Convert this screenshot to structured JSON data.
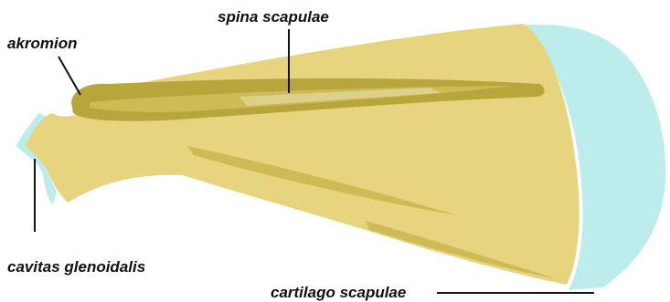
{
  "labels": {
    "spine": "spina scapulae",
    "acromion": "akromion",
    "glenoid": "cavitas glenoidalis",
    "cartilage": "cartilago  scapulae"
  },
  "colors": {
    "bone": "#e6d47e",
    "spine_dark": "#b8a53c",
    "spine_mid": "#cdbb55",
    "spine_light": "#ddd08a",
    "cartilage": "#bdeced",
    "leader": "#111111",
    "background": "#ffffff"
  }
}
